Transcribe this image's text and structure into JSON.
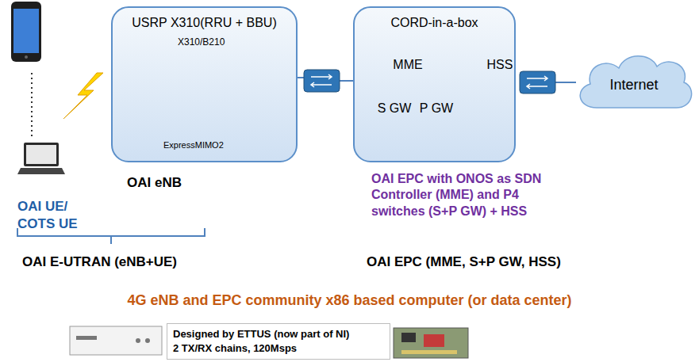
{
  "diagram": {
    "nodes": [
      {
        "text": [
          "USRP X310(RRU + BBU)"
        ]
      },
      {
        "text": [
          "CORD-in-a-box"
        ]
      },
      {
        "text": [
          "MME"
        ],
        "in": 1
      },
      {
        "text": [
          "HSS"
        ],
        "in": 1
      },
      {
        "text": [
          "S GW"
        ],
        "in": 1
      },
      {
        "text": [
          "P GW"
        ],
        "in": 1
      },
      {
        "text": [
          "Internet"
        ]
      },
      {
        "text": [
          "Designed by ETTUS (now part of NI)",
          "2 TX/RX chains, 120Msps"
        ]
      }
    ],
    "edges": [
      {
        "from": 2,
        "to": 3,
        "arrow": "none"
      },
      {
        "from": 2,
        "to": 4,
        "arrow": "none"
      },
      {
        "from": 2,
        "to": 5,
        "arrow": "none"
      }
    ],
    "labels": [
      "X310/B210",
      "ExpressMIMO2",
      "OAI eNB",
      "OAI UE/ COTS UE",
      "OAI EPC with ONOS as SDN Controller (MME) and P4 switches (S+P GW) + HSS",
      "OAI E-UTRAN (eNB+UE)",
      "OAI EPC (MME, S+P GW, HSS)",
      "4G eNB and EPC community x86 based computer (or data center)"
    ]
  }
}
